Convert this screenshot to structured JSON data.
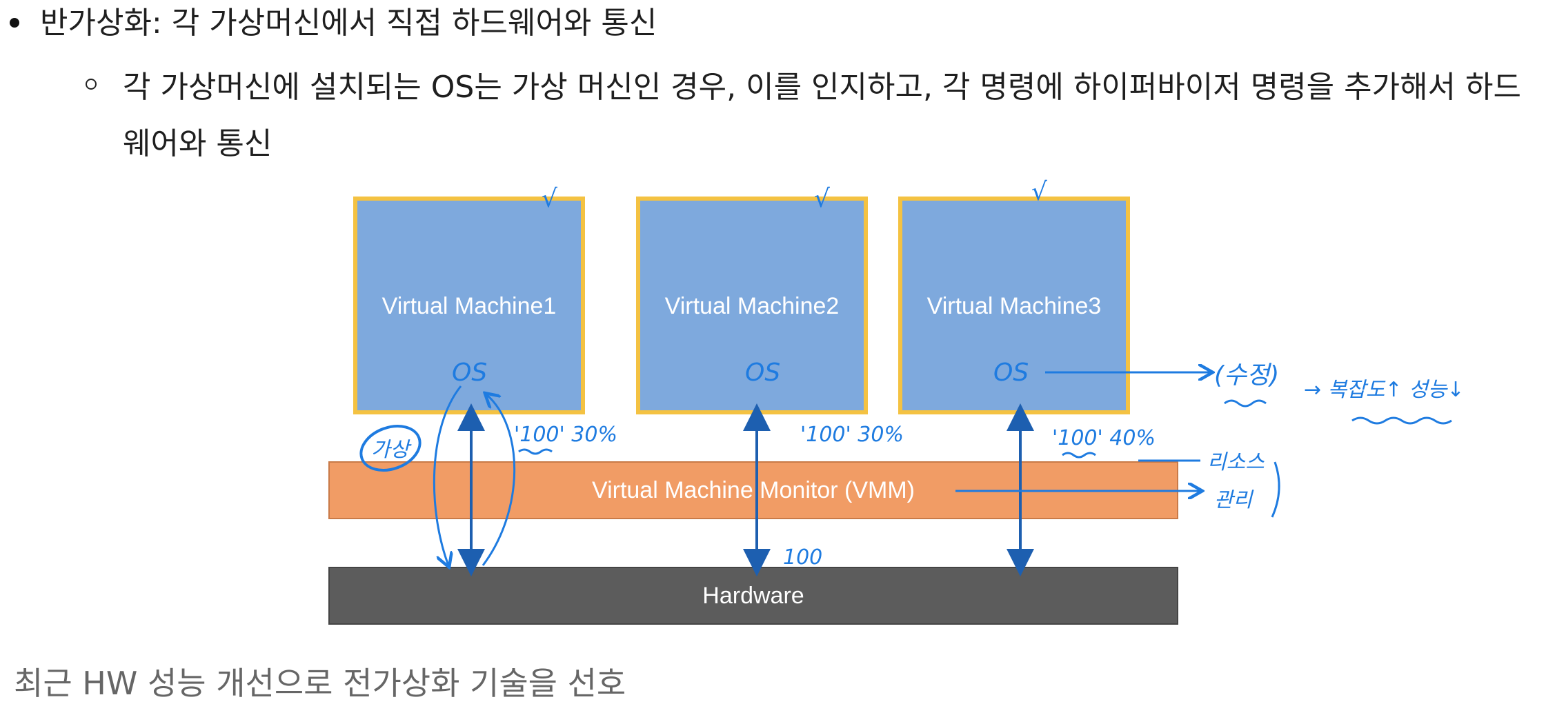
{
  "bullets": {
    "main": "반가상화: 각 가상머신에서 직접 하드웨어와 통신",
    "sub": "각 가상머신에 설치되는 OS는 가상 머신인 경우, 이를 인지하고, 각 명령에 하이퍼바이저 명령을 추가해서 하드웨어와 통신"
  },
  "diagram": {
    "vms": [
      {
        "title": "Virtual Machine1",
        "os": "OS"
      },
      {
        "title": "Virtual Machine2",
        "os": "OS"
      },
      {
        "title": "Virtual Machine3",
        "os": "OS"
      }
    ],
    "vmm": "Virtual Machine Monitor (VMM)",
    "hardware": "Hardware",
    "colors": {
      "vm_fill": "#7ea9dd",
      "vm_border": "#f4c242",
      "vmm_fill": "#f19c65",
      "hw_fill": "#5c5c5c",
      "arrow": "#1d5fb0",
      "ink": "#1e7be0"
    },
    "annotations": {
      "checks": [
        "√",
        "√",
        "√"
      ],
      "vm1_label": "'100' 30%",
      "vm2_label": "'100' 30%",
      "vm3_label": "'100' 40%",
      "gasang": "가상",
      "hw_value": "100",
      "modify": "(수정)",
      "complexity": "→ 복잡도↑ 성능↓",
      "resource": "리소스",
      "manage": "관리"
    }
  },
  "footer": "최근 HW 성능 개선으로 전가상화 기술을 선호"
}
